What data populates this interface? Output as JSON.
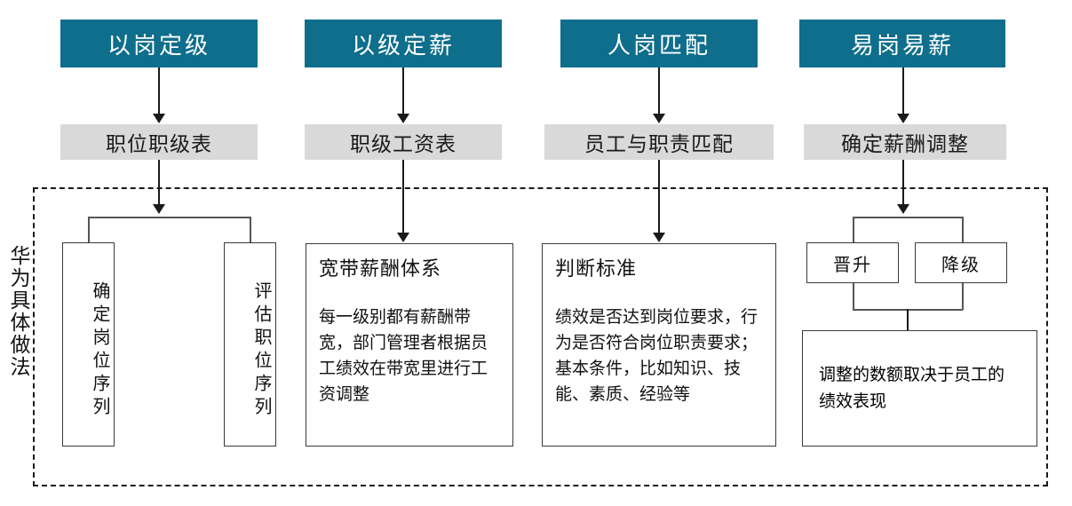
{
  "diagram": {
    "side_label": "华为具体做法",
    "columns": [
      {
        "header": "以岗定级",
        "stage": "职位职级表",
        "leaves": [
          "确定岗位序列",
          "评估职位序列"
        ]
      },
      {
        "header": "以级定薪",
        "stage": "职级工资表",
        "detail_title": "宽带薪酬体系",
        "detail_body": "每一级别都有薪酬带宽，部门管理者根据员工绩效在带宽里进行工资调整"
      },
      {
        "header": "人岗匹配",
        "stage": "员工与职责匹配",
        "detail_title": "判断标准",
        "detail_body": "绩效是否达到岗位要求，行为是否符合岗位职责要求；基本条件，比如知识、技能、素质、经验等"
      },
      {
        "header": "易岗易薪",
        "stage": "确定薪酬调整",
        "branches": [
          "晋升",
          "降级"
        ],
        "result_body": "调整的数额取决于员工的绩效表现"
      }
    ]
  },
  "colors": {
    "header_fill": "#0E6E8C",
    "header_text": "#FFFFFF",
    "stage_fill": "#D9D9D9",
    "box_border": "#3A3A3A",
    "connector": "#1A1A1A",
    "dashed_border": "#1A1A1A"
  }
}
